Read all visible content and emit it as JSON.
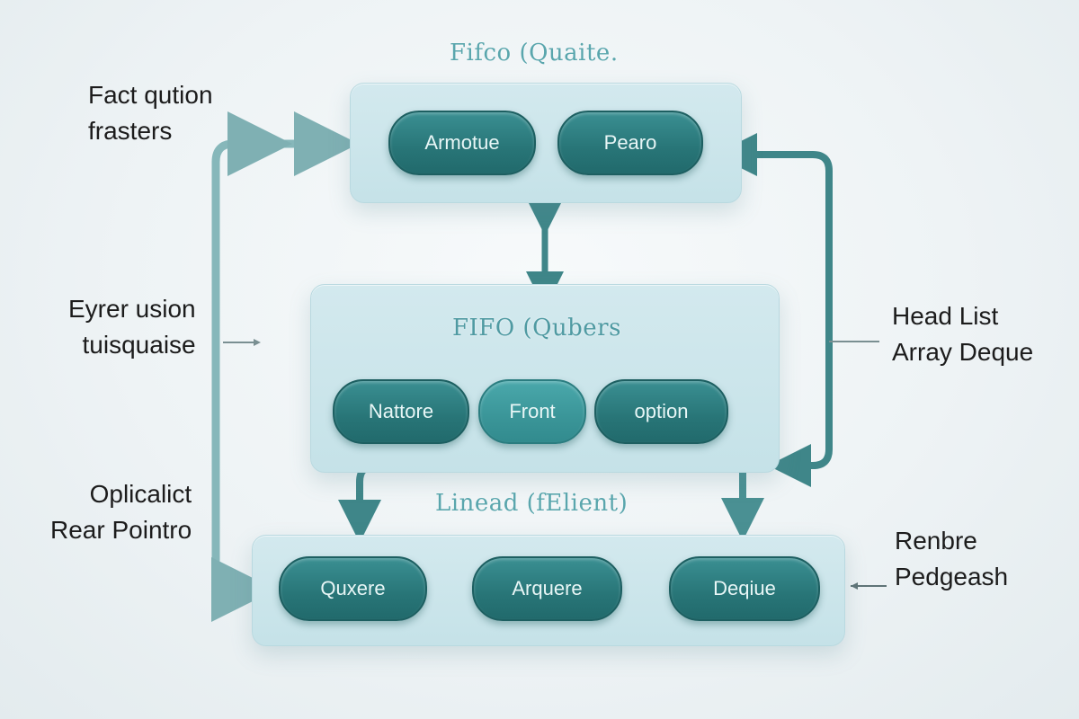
{
  "diagram": {
    "panels": {
      "top": {
        "title": "Fifco (Quaite.",
        "items": [
          "Armotue",
          "Pearo"
        ]
      },
      "middle": {
        "title": "FIFO (Qubers",
        "items": [
          "Nattore",
          "Front",
          "option"
        ]
      },
      "bottom": {
        "title": "Linead (fElient)",
        "items": [
          "Quxere",
          "Arquere",
          "Deqiue"
        ]
      }
    },
    "side_labels": {
      "left_top": [
        "Fact qution",
        "frasters"
      ],
      "left_middle": [
        "Eyrer usion",
        "tuisquaise"
      ],
      "left_bottom": [
        "Oplicalict",
        "Rear Pointro"
      ],
      "right_middle": [
        "Head List",
        "Array Deque"
      ],
      "right_bottom": [
        "Renbre",
        "Pedgeash"
      ]
    },
    "colors": {
      "pill": "#287577",
      "pill_light": "#3a9598",
      "panel": "#c9e4ea",
      "connector_left": "#7fb0b3",
      "connector_right": "#3f8689",
      "title": "#5aa6ad"
    }
  }
}
